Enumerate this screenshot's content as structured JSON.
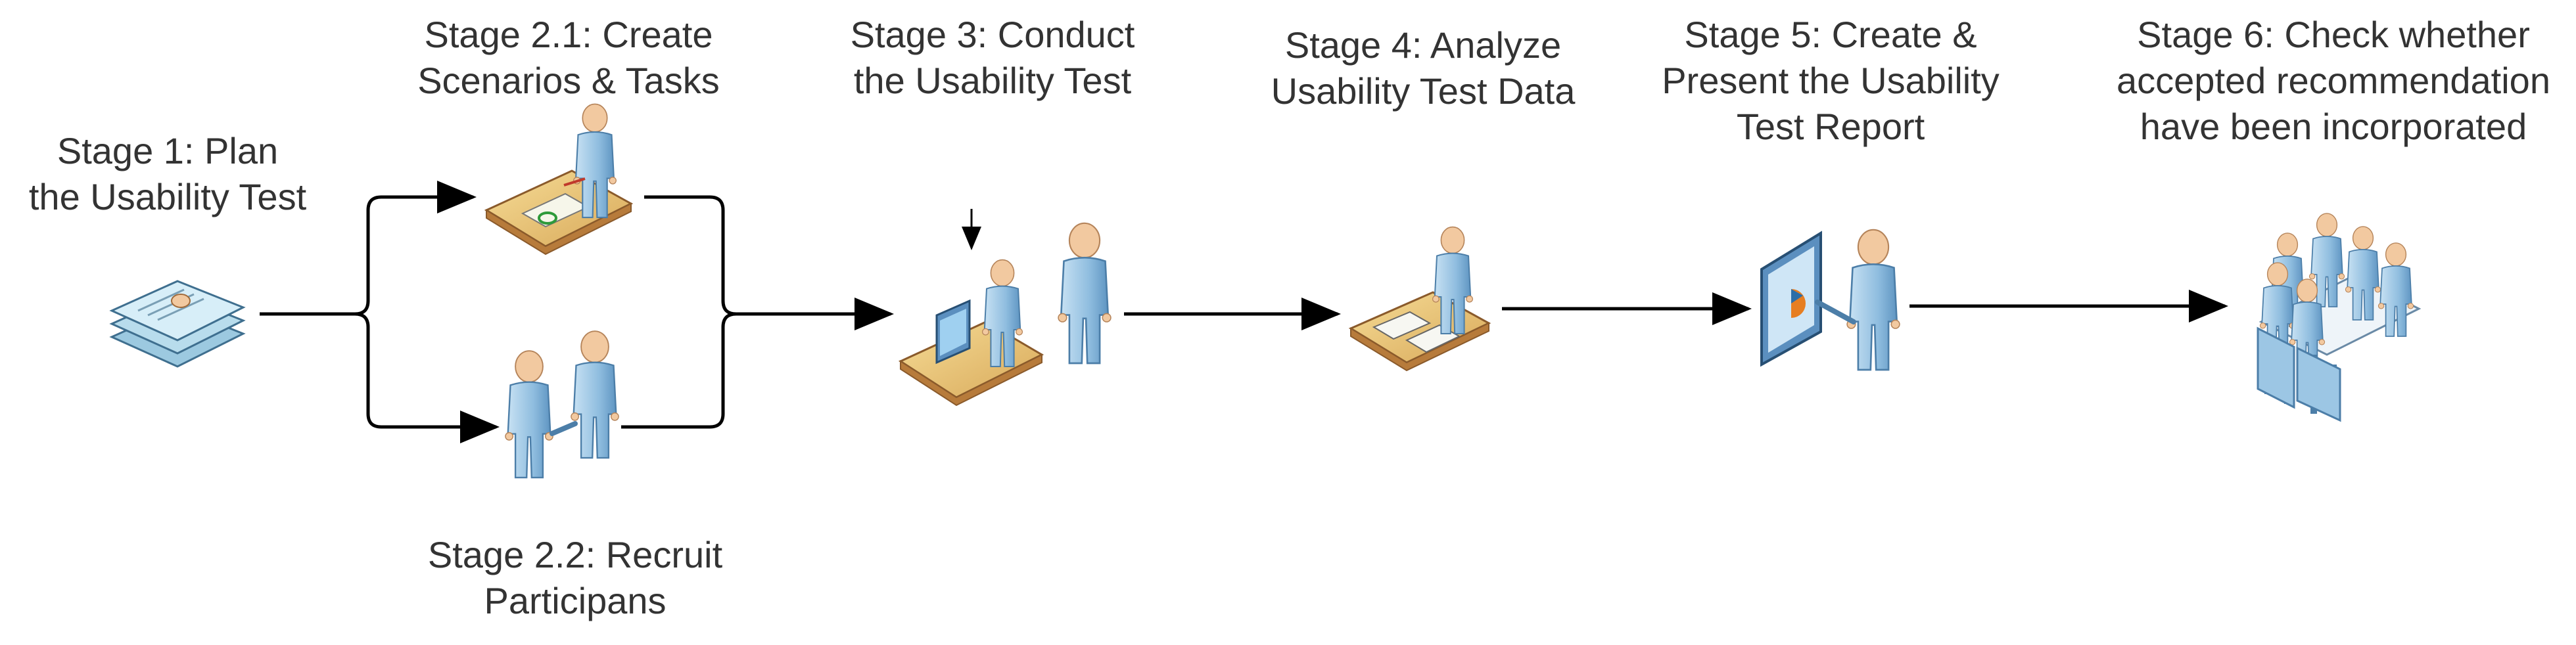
{
  "stages": {
    "s1": {
      "line1": "Stage 1: Plan",
      "line2": "the Usability Test"
    },
    "s21": {
      "line1": "Stage 2.1: Create",
      "line2": "Scenarios & Tasks"
    },
    "s22": {
      "line1": "Stage 2.2: Recruit",
      "line2": "Participans"
    },
    "s3": {
      "line1": "Stage 3: Conduct",
      "line2": "the Usability Test"
    },
    "s4": {
      "line1": "Stage 4: Analyze",
      "line2": "Usability Test Data"
    },
    "s5": {
      "line1": "Stage 5: Create &",
      "line2": "Present the Usability",
      "line3": "Test Report"
    },
    "s6": {
      "line1": "Stage 6: Check whether",
      "line2": "accepted recommendation",
      "line3": "have been incorporated"
    }
  },
  "icons": {
    "s1": "document-stack-icon",
    "s21": "person-at-desk-writing-icon",
    "s22": "people-handshake-icon",
    "s3": "participant-at-computer-with-observer-icon",
    "s4": "person-analyzing-papers-icon",
    "s5": "presenter-at-screen-icon",
    "s6": "meeting-table-group-icon"
  },
  "colors": {
    "text": "#333333",
    "line": "#000000",
    "person": "#9cc6e4",
    "desk": "#e8c87a",
    "skin": "#f2c9a0"
  }
}
